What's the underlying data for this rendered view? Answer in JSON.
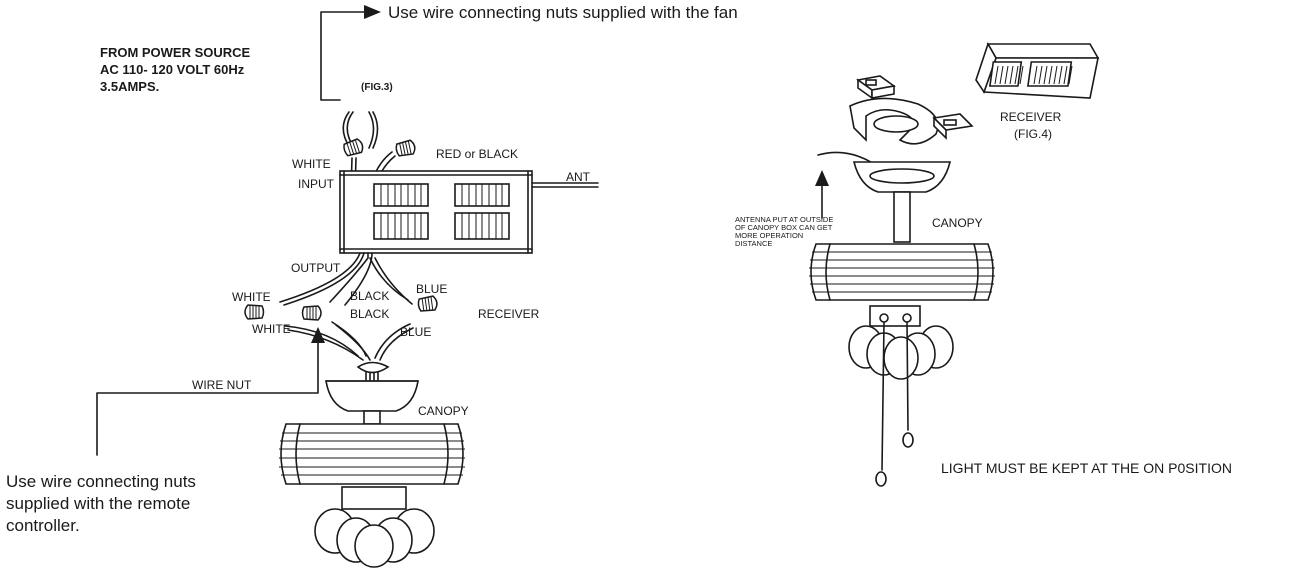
{
  "fig3": {
    "top_note": "Use wire connecting nuts supplied with the fan",
    "power_source": [
      "FROM POWER SOURCE",
      "AC 110- 120 VOLT 60Hz",
      "3.5AMPS."
    ],
    "fig_label": "(FIG.3)",
    "labels": {
      "white_in": "WHITE",
      "input": "INPUT",
      "red_or_black": "RED or BLACK",
      "ant": "ANT",
      "output": "OUTPUT",
      "white_1": "WHITE",
      "black_1": "BLACK",
      "blue_1": "BLUE",
      "white_2": "WHITE",
      "black_2": "BLACK",
      "blue_2": "BLUE",
      "receiver": "RECEIVER",
      "wire_nut": "WIRE NUT",
      "canopy": "CANOPY"
    },
    "bottom_note": [
      "Use wire connecting nuts",
      "supplied with the remote",
      "controller."
    ]
  },
  "fig4": {
    "receiver_label": "RECEIVER",
    "fig_label": "(FIG.4)",
    "antenna_note": [
      "ANTENNA PUT  AT OUTSIDE",
      "OF CANOPY BOX CAN GET",
      "MORE OPERATION",
      "DISTANCE"
    ],
    "canopy": "CANOPY",
    "light_note": "LIGHT MUST BE KEPT AT THE ON P0SITION"
  }
}
